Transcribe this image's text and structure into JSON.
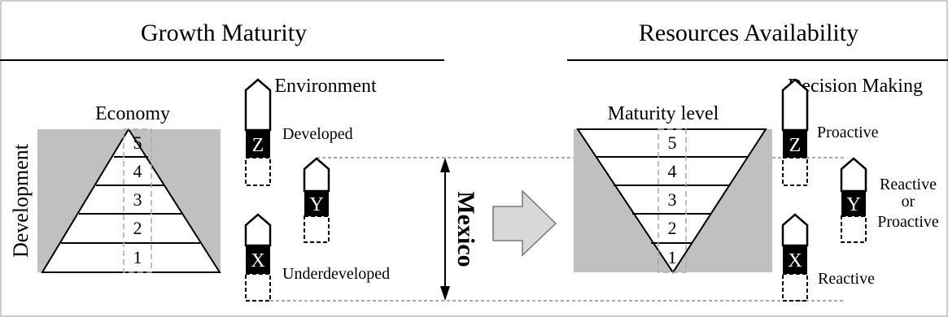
{
  "left": {
    "heading": "Growth Maturity",
    "economy_label": "Economy",
    "axis_label": "Development",
    "environment_label": "Environment",
    "levels": [
      "5",
      "4",
      "3",
      "2",
      "1"
    ],
    "markers": {
      "z": {
        "letter": "Z",
        "label": "Developed"
      },
      "y": {
        "letter": "Y"
      },
      "x": {
        "letter": "X",
        "label": "Underdeveloped"
      }
    }
  },
  "middle": {
    "country_label": "Mexico"
  },
  "right": {
    "heading": "Resources Availability",
    "maturity_label": "Maturity level",
    "decision_label": "Decision Making",
    "levels": [
      "5",
      "4",
      "3",
      "2",
      "1"
    ],
    "markers": {
      "z": {
        "letter": "Z",
        "label": "Proactive"
      },
      "y": {
        "letter": "Y",
        "label_lines": [
          "Reactive",
          "or",
          "Proactive"
        ]
      },
      "x": {
        "letter": "X",
        "label": "Reactive"
      }
    }
  },
  "colors": {
    "panel_gray": "#c0c0c0",
    "marker_black": "#000000",
    "arrow_fill": "#d8d8d8"
  }
}
